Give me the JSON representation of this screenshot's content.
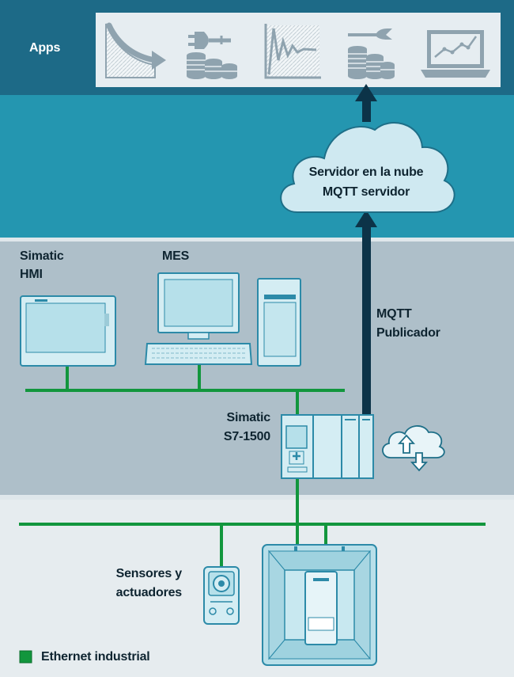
{
  "labels": {
    "apps": "Apps",
    "cloud_line1": "Servidor en la nube",
    "cloud_line2": "MQTT servidor",
    "hmi_line1": "Simatic",
    "hmi_line2": "HMI",
    "mes": "MES",
    "mqtt_line1": "MQTT",
    "mqtt_line2": "Publicador",
    "plc_line1": "Simatic",
    "plc_line2": "S7-1500",
    "sensors_line1": "Sensores y",
    "sensors_line2": "actuadores",
    "legend": "Ethernet industrial"
  },
  "app_icons": [
    "declining-chart-arrow-icon",
    "power-plug-coins-icon",
    "oscillation-chart-icon",
    "wrench-coins-icon",
    "laptop-trend-icon"
  ],
  "colors": {
    "apps_band": "#1d6a87",
    "cloud_band": "#2496b0",
    "plant_band": "#aebfc9",
    "field_band": "#e6ecef",
    "ethernet": "#12963d",
    "arrow": "#0c3348",
    "device_outline": "#2c8aa8",
    "device_fill": "#c6e8f0"
  }
}
